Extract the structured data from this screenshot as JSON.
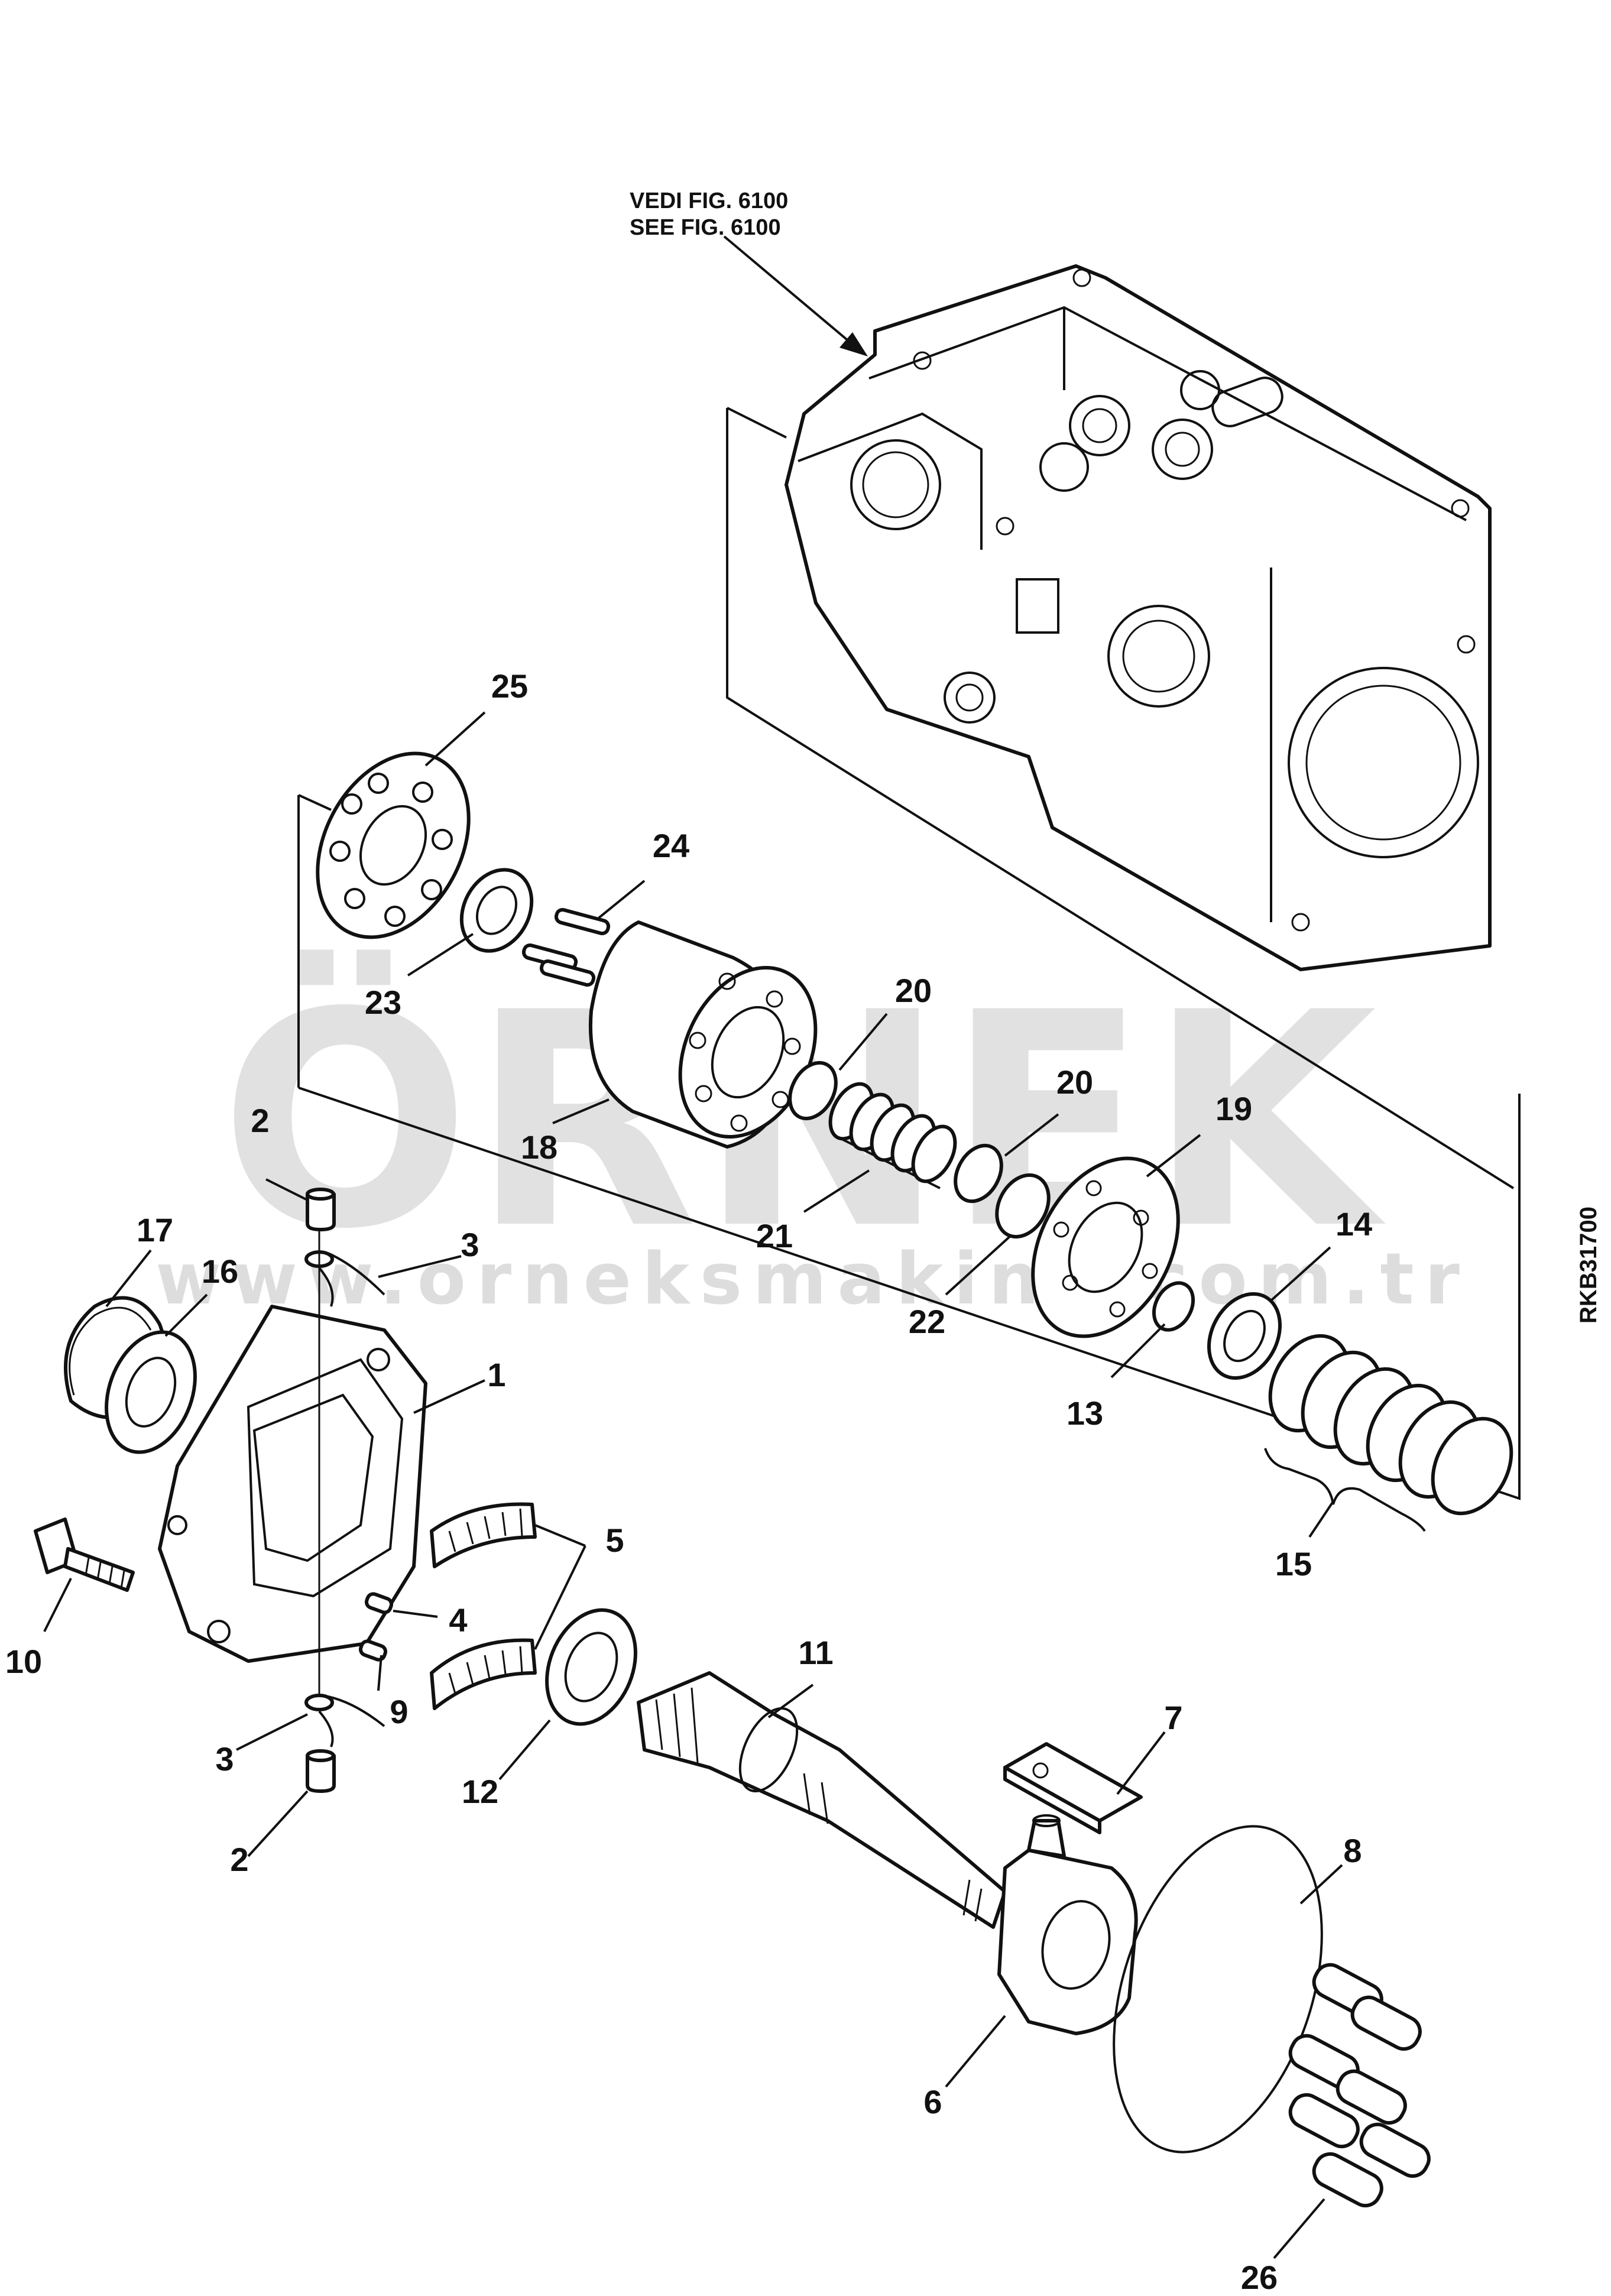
{
  "diagram": {
    "reference_note": {
      "line1": "VEDI FIG. 6100",
      "line2": "SEE FIG. 6100"
    },
    "drawing_code": "RKB31700",
    "watermark": {
      "brand": "ÖRNEK",
      "url": "www.orneksmakina.com.tr",
      "brand_color": "#d8d8d8",
      "accent_color": "#f3e08a"
    },
    "callouts": [
      {
        "id": "c25",
        "text": "25"
      },
      {
        "id": "c24",
        "text": "24"
      },
      {
        "id": "c23",
        "text": "23"
      },
      {
        "id": "c20a",
        "text": "20"
      },
      {
        "id": "c20b",
        "text": "20"
      },
      {
        "id": "c19",
        "text": "19"
      },
      {
        "id": "c18",
        "text": "18"
      },
      {
        "id": "c21",
        "text": "21"
      },
      {
        "id": "c22",
        "text": "22"
      },
      {
        "id": "c14",
        "text": "14"
      },
      {
        "id": "c13",
        "text": "13"
      },
      {
        "id": "c15",
        "text": "15"
      },
      {
        "id": "c2a",
        "text": "2"
      },
      {
        "id": "c3a",
        "text": "3"
      },
      {
        "id": "c17",
        "text": "17"
      },
      {
        "id": "c16",
        "text": "16"
      },
      {
        "id": "c1",
        "text": "1"
      },
      {
        "id": "c5",
        "text": "5"
      },
      {
        "id": "c4",
        "text": "4"
      },
      {
        "id": "c9",
        "text": "9"
      },
      {
        "id": "c10",
        "text": "10"
      },
      {
        "id": "c3b",
        "text": "3"
      },
      {
        "id": "c2b",
        "text": "2"
      },
      {
        "id": "c11",
        "text": "11"
      },
      {
        "id": "c12",
        "text": "12"
      },
      {
        "id": "c7",
        "text": "7"
      },
      {
        "id": "c8",
        "text": "8"
      },
      {
        "id": "c6",
        "text": "6"
      },
      {
        "id": "c26",
        "text": "26"
      }
    ]
  }
}
